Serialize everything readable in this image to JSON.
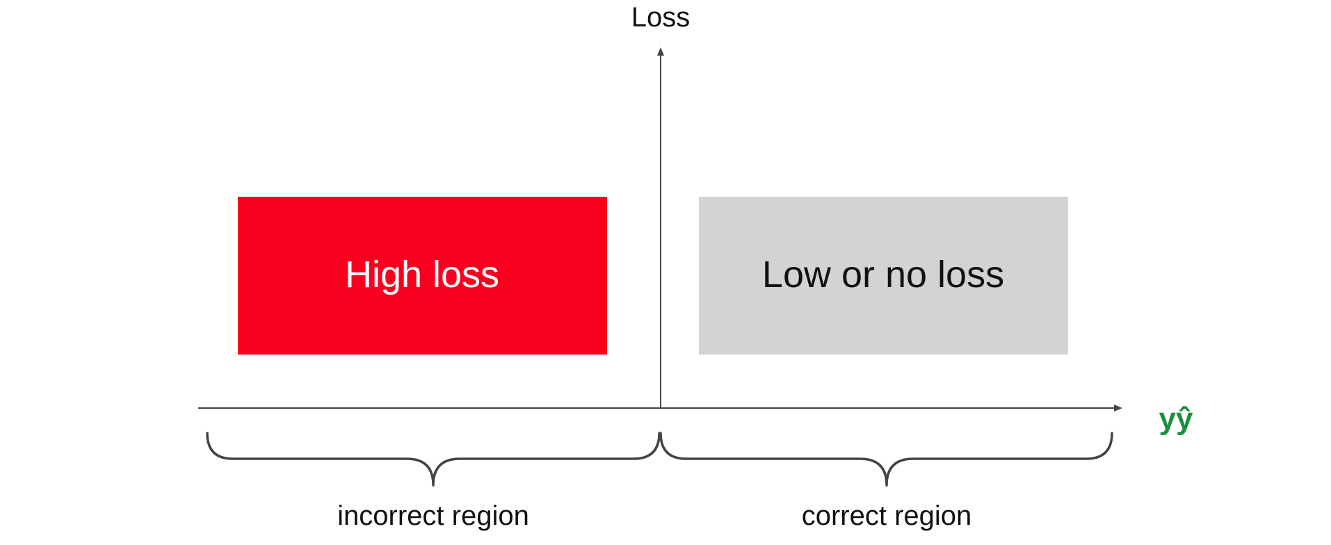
{
  "diagram": {
    "y_axis_label": "Loss",
    "x_axis_label": "yŷ",
    "boxes": {
      "high": {
        "label": "High loss"
      },
      "low": {
        "label": "Low or no loss"
      }
    },
    "regions": {
      "incorrect": {
        "label": "incorrect region"
      },
      "correct": {
        "label": "correct region"
      }
    }
  },
  "colors": {
    "high_loss_fill": "#F8001E",
    "low_loss_fill": "#D3D3D3",
    "axis_stroke": "#444444",
    "x_axis_label": "#1E8E3E",
    "text_dark": "#111111",
    "text_light": "#FFFFFF"
  }
}
